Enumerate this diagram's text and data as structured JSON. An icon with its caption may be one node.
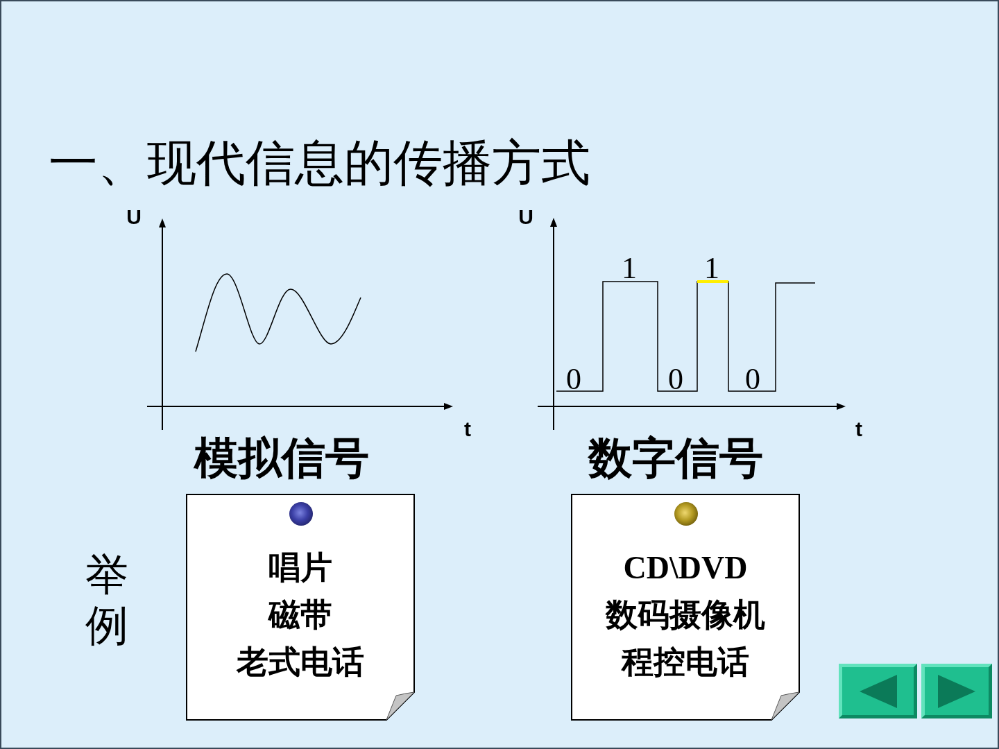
{
  "diagram": {
    "title": "一、现代信息的传播方式",
    "nodes": [
      {
        "text": [
          "唱片",
          "磁带",
          "老式电话"
        ]
      },
      {
        "text": [
          "CD\\DVD",
          "数码摄像机",
          "程控电话"
        ]
      }
    ],
    "labels": [
      "U",
      "t",
      "模拟信号",
      "U",
      "1",
      "1",
      "0",
      "0",
      "0",
      "t",
      "数字信号",
      "举例"
    ]
  }
}
